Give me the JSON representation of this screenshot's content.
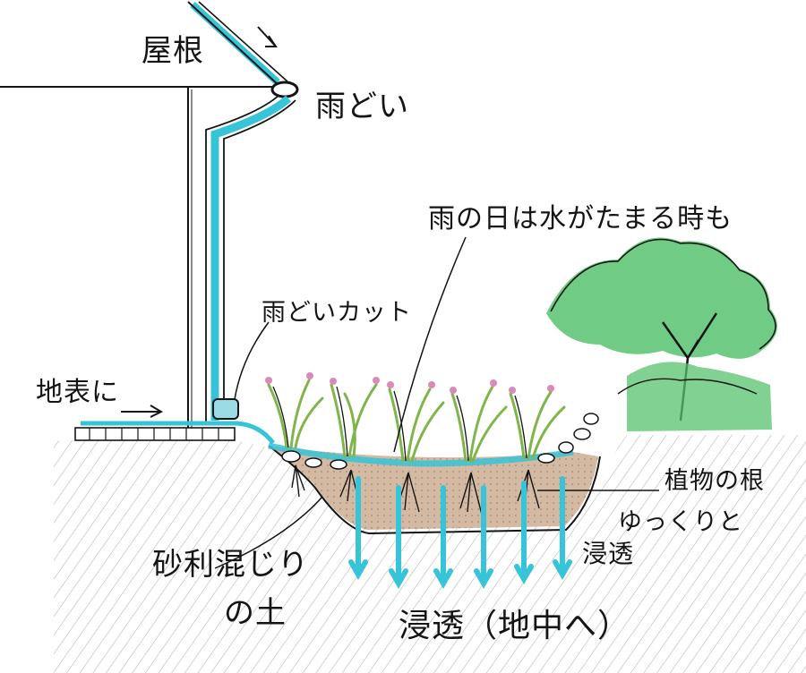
{
  "labels": {
    "roof": "屋根",
    "gutter": "雨どい",
    "rain_pool": "雨の日は水がたまる時も",
    "gutter_cut": "雨どいカット",
    "surface_runoff": "地表に",
    "plant_roots": "植物の根",
    "slowly": "ゆっくりと",
    "seepage": "浸透",
    "soil_line1": "砂利混じり",
    "soil_line2": "の土",
    "seepage_underground": "浸透（地中へ）"
  },
  "colors": {
    "ink": "#141414",
    "water": "#37c3d8",
    "foliage": "#57c26e",
    "grass": "#9ecb62",
    "soil": "#c9a98c",
    "flower": "#d98ab8"
  }
}
